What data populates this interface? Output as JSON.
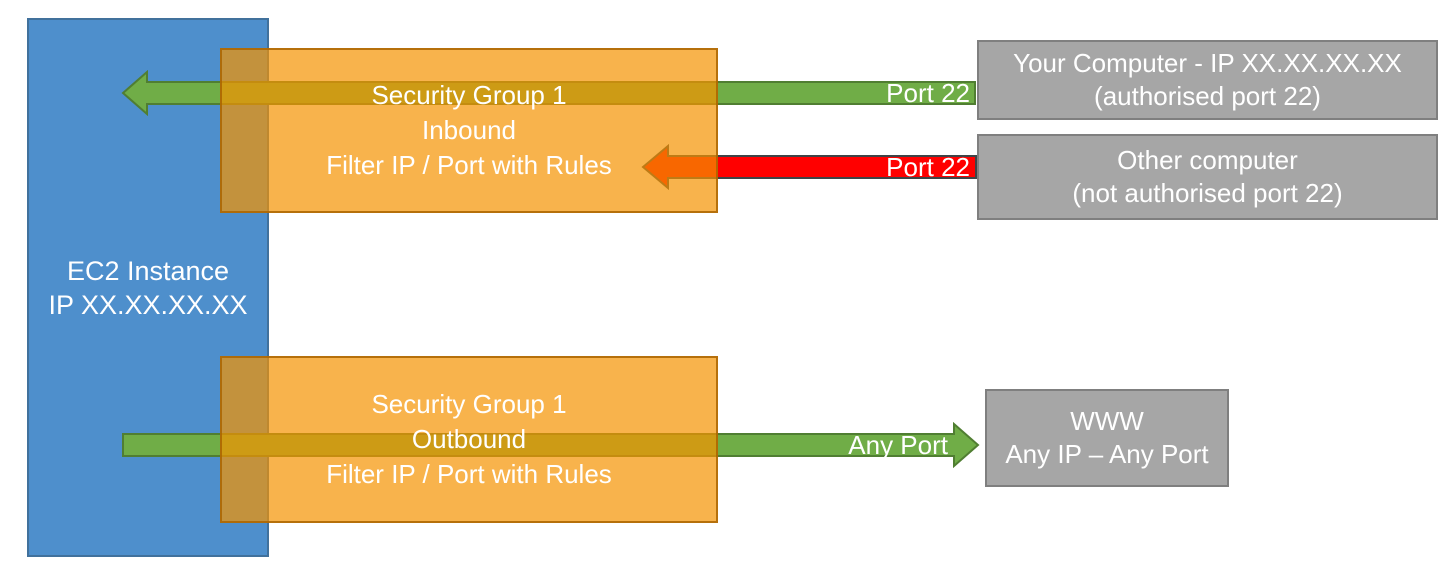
{
  "ec2": {
    "line1": "EC2 Instance",
    "line2": "IP XX.XX.XX.XX"
  },
  "sg_inbound": {
    "line1": "Security Group 1",
    "line2": "Inbound",
    "line3": "Filter IP / Port with Rules"
  },
  "sg_outbound": {
    "line1": "Security Group 1",
    "line2": "Outbound",
    "line3": "Filter IP / Port with Rules"
  },
  "your_computer": {
    "line1": "Your Computer - IP XX.XX.XX.XX",
    "line2": "(authorised port 22)"
  },
  "other_computer": {
    "line1": "Other computer",
    "line2": "(not authorised port 22)"
  },
  "www": {
    "line1": "WWW",
    "line2": "Any IP – Any Port"
  },
  "arrow_labels": {
    "inbound_allowed": "Port 22",
    "inbound_blocked": "Port 22",
    "outbound": "Any Port"
  },
  "colors": {
    "blue_fill": "#4E8FCC",
    "blue_border": "#41719C",
    "green_fill": "#70AD47",
    "green_border": "#507E32",
    "red_fill": "#FF0000",
    "red_border": "#3F4447",
    "orange_fill": "rgba(245,147,0,0.70)",
    "orange_border": "rgba(170,100,0,0.85)",
    "gray_fill": "#A6A6A6",
    "gray_border": "#7F7F7F",
    "text": "#FFFFFF"
  }
}
